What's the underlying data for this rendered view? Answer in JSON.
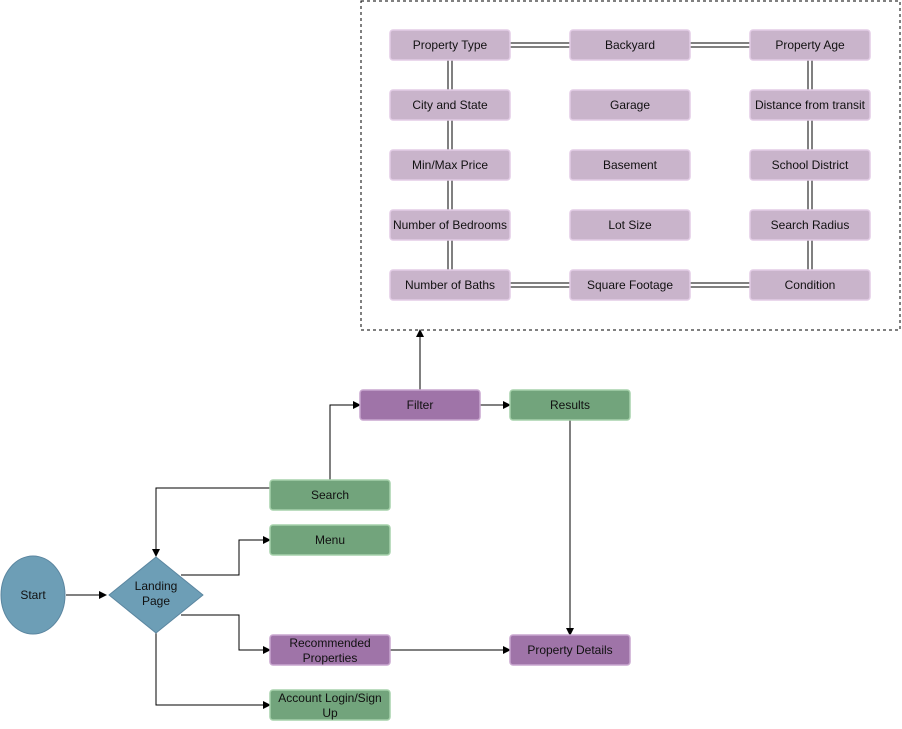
{
  "colors": {
    "circle_fill": "#6d9eb6",
    "circle_stroke": "#5b86a0",
    "diamond_fill": "#6d9eb6",
    "green_fill": "#72a47c",
    "green_stroke": "#a6d2ab",
    "purple_fill": "#9f74a8",
    "purple_stroke": "#c9a6cf",
    "attr_fill": "#c9b4cb",
    "attr_stroke": "#e3cce6",
    "line": "#000000"
  },
  "nodes": {
    "start": "Start",
    "landing_page": [
      "Landing",
      "Page"
    ],
    "search": "Search",
    "menu": "Menu",
    "recommended": [
      "Recommended",
      "Properties"
    ],
    "account": [
      "Account Login/Sign",
      "Up"
    ],
    "filter": "Filter",
    "results": "Results",
    "property_details": "Property Details"
  },
  "filter_options": [
    [
      "Property Type",
      "Backyard",
      "Property Age"
    ],
    [
      "City and State",
      "Garage",
      "Distance from transit"
    ],
    [
      "Min/Max Price",
      "Basement",
      "School District"
    ],
    [
      "Number of Bedrooms",
      "Lot Size",
      "Search Radius"
    ],
    [
      "Number of Baths",
      "Square Footage",
      "Condition"
    ]
  ]
}
